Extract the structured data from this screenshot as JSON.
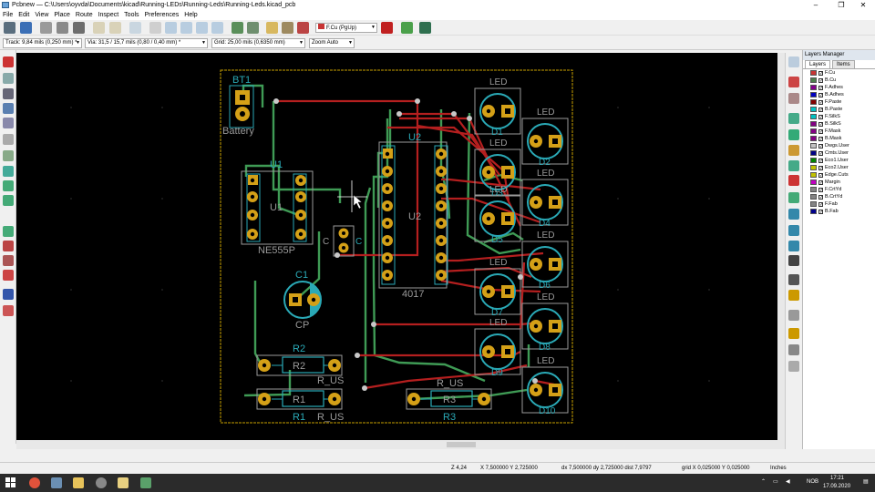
{
  "window": {
    "title": "Pcbnew — C:\\Users\\oyvda\\Documents\\kicad\\Running-LEDs\\Running-Leds\\Running-Leds.kicad_pcb",
    "minimize": "–",
    "maximize": "❐",
    "close": "✕"
  },
  "menu": [
    "File",
    "Edit",
    "View",
    "Place",
    "Route",
    "Inspect",
    "Tools",
    "Preferences",
    "Help"
  ],
  "toolbar2": {
    "track": "Track: 9,84 mils (0,250 mm) *",
    "via": "Via: 31,5 / 15,7 mils (0,80 / 0,40 mm) *",
    "grid": "Grid: 25,00 mils (0,6350 mm)",
    "zoom": "Zoom Auto",
    "layer": "F.Cu (PgUp)"
  },
  "layers_manager": {
    "title": "Layers Manager",
    "tabs": [
      "Layers",
      "Items"
    ],
    "layers": [
      {
        "name": "F.Cu",
        "color": "#c83434"
      },
      {
        "name": "B.Cu",
        "color": "#4d7f4d"
      },
      {
        "name": "F.Adhes",
        "color": "#84008c"
      },
      {
        "name": "B.Adhes",
        "color": "#0000c2"
      },
      {
        "name": "F.Paste",
        "color": "#840000"
      },
      {
        "name": "B.Paste",
        "color": "#00c2c2"
      },
      {
        "name": "F.SilkS",
        "color": "#00c2c2"
      },
      {
        "name": "B.SilkS",
        "color": "#840084"
      },
      {
        "name": "F.Mask",
        "color": "#840084"
      },
      {
        "name": "B.Mask",
        "color": "#840084"
      },
      {
        "name": "Dwgs.User",
        "color": "#c2c2c2"
      },
      {
        "name": "Cmts.User",
        "color": "#000084"
      },
      {
        "name": "Eco1.User",
        "color": "#008400"
      },
      {
        "name": "Eco2.User",
        "color": "#c2c200"
      },
      {
        "name": "Edge.Cuts",
        "color": "#c2c200"
      },
      {
        "name": "Margin",
        "color": "#c200c2"
      },
      {
        "name": "F.CrtYd",
        "color": "#848484"
      },
      {
        "name": "B.CrtYd",
        "color": "#848484"
      },
      {
        "name": "F.Fab",
        "color": "#848484"
      },
      {
        "name": "B.Fab",
        "color": "#00008b"
      }
    ]
  },
  "pcb": {
    "labels": {
      "bt1": "BT1",
      "battery": "Battery",
      "u1_ref": "U1",
      "u1_val": "U1",
      "ne555": "NE555P",
      "u2_ref": "U2",
      "u2_val": "U2",
      "c4017": "4017",
      "c1": "C1",
      "cp": "CP",
      "c_ref": "C",
      "c_val": "C",
      "r2_ref": "R2",
      "r2_val": "R2",
      "r_us1": "R_US",
      "r1_ref": "R1",
      "r1_val": "R1",
      "r_us2": "R_US",
      "r_us3": "R_US",
      "r3_ref": "R3",
      "r3_val": "R3",
      "d10": "D10"
    },
    "leds_left": [
      {
        "led": "LED",
        "ref": "D1"
      },
      {
        "led": "LED",
        "ref": "D3"
      },
      {
        "led": "LED",
        "ref": "D5"
      },
      {
        "led": "LED",
        "ref": "D7"
      },
      {
        "led": "LED",
        "ref": "D9"
      }
    ],
    "leds_right": [
      {
        "led": "LED",
        "ref": "D2"
      },
      {
        "led": "LED",
        "ref": "D4"
      },
      {
        "led": "LED",
        "ref": "D6"
      },
      {
        "led": "LED",
        "ref": "D8"
      },
      {
        "led": "LED",
        "ref": "D10"
      }
    ]
  },
  "status": {
    "zoom": "Z 4,24",
    "xy": "X 7,500000  Y 2,725000",
    "dxy": "dx 7,500000  dy 2,725000  dist 7,9797",
    "grid": "grid X 0,025000  Y 0,025000",
    "units": "Inches"
  },
  "taskbar": {
    "lang": "NOB",
    "time": "17:21",
    "date": "17.09.2020"
  }
}
